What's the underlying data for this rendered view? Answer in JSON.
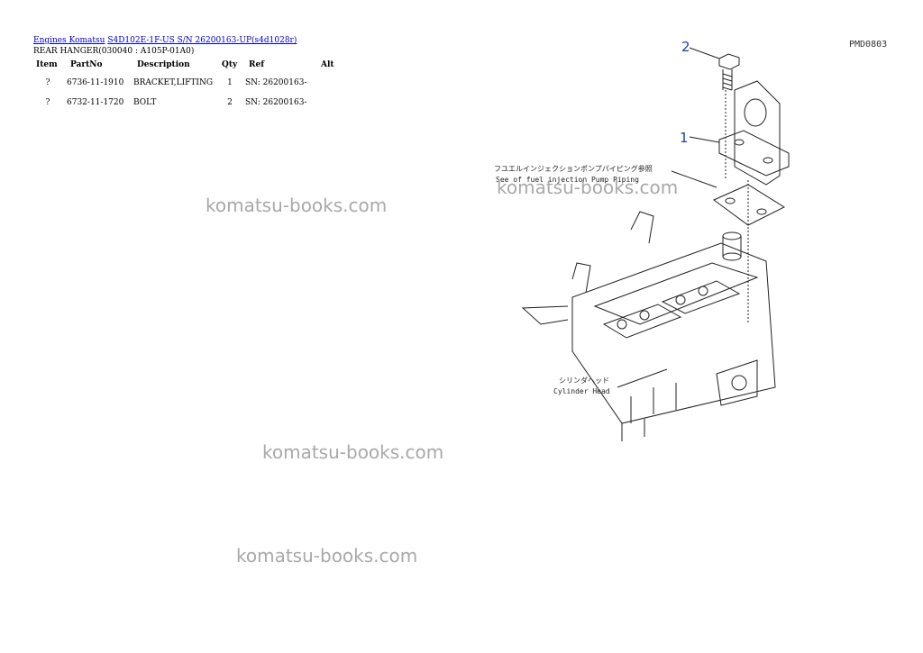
{
  "breadcrumb": {
    "link1": "Engines Komatsu",
    "link2": "S4D102E-1F-US S/N 26200163-UP(s4d1028r)"
  },
  "subtitle": "REAR HANGER(030040 : A105P-01A0)",
  "table": {
    "headers": [
      "Item",
      "PartNo",
      "Description",
      "Qty",
      "Ref",
      "Alt"
    ],
    "rows": [
      {
        "item": "?",
        "partno": "6736-11-1910",
        "description": "BRACKET,LIFTING",
        "qty": "1",
        "ref": "SN: 26200163-",
        "alt": ""
      },
      {
        "item": "?",
        "partno": "6732-11-1720",
        "description": "BOLT",
        "qty": "2",
        "ref": "SN: 26200163-",
        "alt": ""
      }
    ]
  },
  "watermark": "komatsu-books.com",
  "drawing": {
    "code": "PMD0803",
    "callout_1": "1",
    "callout_2": "2",
    "note_fuel_jp": "フユエルインジェクションポンプパイピング参照",
    "note_fuel_en": "See of fuel injection Pump Piping",
    "note_head_jp": "シリンダヘッド",
    "note_head_en": "Cylinder Head"
  }
}
